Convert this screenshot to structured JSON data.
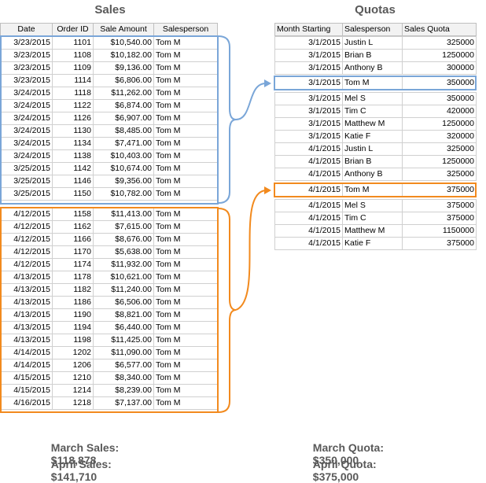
{
  "sales": {
    "title": "Sales",
    "headers": [
      "Date",
      "Order ID",
      "Sale Amount",
      "Salesperson"
    ],
    "march_rows": [
      [
        "3/23/2015",
        "1101",
        "$10,540.00",
        "Tom M"
      ],
      [
        "3/23/2015",
        "1108",
        "$10,182.00",
        "Tom M"
      ],
      [
        "3/23/2015",
        "1109",
        "$9,136.00",
        "Tom M"
      ],
      [
        "3/23/2015",
        "1114",
        "$6,806.00",
        "Tom M"
      ],
      [
        "3/24/2015",
        "1118",
        "$11,262.00",
        "Tom M"
      ],
      [
        "3/24/2015",
        "1122",
        "$6,874.00",
        "Tom M"
      ],
      [
        "3/24/2015",
        "1126",
        "$6,907.00",
        "Tom M"
      ],
      [
        "3/24/2015",
        "1130",
        "$8,485.00",
        "Tom M"
      ],
      [
        "3/24/2015",
        "1134",
        "$7,471.00",
        "Tom M"
      ],
      [
        "3/24/2015",
        "1138",
        "$10,403.00",
        "Tom M"
      ],
      [
        "3/25/2015",
        "1142",
        "$10,674.00",
        "Tom M"
      ],
      [
        "3/25/2015",
        "1146",
        "$9,356.00",
        "Tom M"
      ],
      [
        "3/25/2015",
        "1150",
        "$10,782.00",
        "Tom M"
      ]
    ],
    "april_rows": [
      [
        "4/12/2015",
        "1158",
        "$11,413.00",
        "Tom M"
      ],
      [
        "4/12/2015",
        "1162",
        "$7,615.00",
        "Tom M"
      ],
      [
        "4/12/2015",
        "1166",
        "$8,676.00",
        "Tom M"
      ],
      [
        "4/12/2015",
        "1170",
        "$5,638.00",
        "Tom M"
      ],
      [
        "4/12/2015",
        "1174",
        "$11,932.00",
        "Tom M"
      ],
      [
        "4/13/2015",
        "1178",
        "$10,621.00",
        "Tom M"
      ],
      [
        "4/13/2015",
        "1182",
        "$11,240.00",
        "Tom M"
      ],
      [
        "4/13/2015",
        "1186",
        "$6,506.00",
        "Tom M"
      ],
      [
        "4/13/2015",
        "1190",
        "$8,821.00",
        "Tom M"
      ],
      [
        "4/13/2015",
        "1194",
        "$6,440.00",
        "Tom M"
      ],
      [
        "4/13/2015",
        "1198",
        "$11,425.00",
        "Tom M"
      ],
      [
        "4/14/2015",
        "1202",
        "$11,090.00",
        "Tom M"
      ],
      [
        "4/14/2015",
        "1206",
        "$6,577.00",
        "Tom M"
      ],
      [
        "4/15/2015",
        "1210",
        "$8,340.00",
        "Tom M"
      ],
      [
        "4/15/2015",
        "1214",
        "$8,239.00",
        "Tom M"
      ],
      [
        "4/16/2015",
        "1218",
        "$7,137.00",
        "Tom M"
      ]
    ]
  },
  "quotas": {
    "title": "Quotas",
    "headers": [
      "Month Starting",
      "Salesperson",
      "Sales Quota"
    ],
    "group1": [
      [
        "3/1/2015",
        "Justin L",
        "325000"
      ],
      [
        "3/1/2015",
        "Brian B",
        "1250000"
      ],
      [
        "3/1/2015",
        "Anthony B",
        "300000"
      ]
    ],
    "march_highlight": [
      "3/1/2015",
      "Tom M",
      "350000"
    ],
    "group2": [
      [
        "3/1/2015",
        "Mel S",
        "350000"
      ],
      [
        "3/1/2015",
        "Tim C",
        "420000"
      ],
      [
        "3/1/2015",
        "Matthew M",
        "1250000"
      ],
      [
        "3/1/2015",
        "Katie F",
        "320000"
      ],
      [
        "4/1/2015",
        "Justin L",
        "325000"
      ],
      [
        "4/1/2015",
        "Brian B",
        "1250000"
      ],
      [
        "4/1/2015",
        "Anthony B",
        "325000"
      ]
    ],
    "april_highlight": [
      "4/1/2015",
      "Tom M",
      "375000"
    ],
    "group3": [
      [
        "4/1/2015",
        "Mel S",
        "375000"
      ],
      [
        "4/1/2015",
        "Tim C",
        "375000"
      ],
      [
        "4/1/2015",
        "Matthew M",
        "1150000"
      ],
      [
        "4/1/2015",
        "Katie F",
        "375000"
      ]
    ]
  },
  "summary": {
    "march_sales_label": "March Sales:",
    "march_sales_value": "$118,878",
    "april_sales_label": "April Sales:",
    "april_sales_value": "$141,710",
    "march_quota_label": "March Quota:",
    "march_quota_value": "$350,000",
    "april_quota_label": "April Quota:",
    "april_quota_value": "$375,000"
  },
  "colors": {
    "march_accent": "#7aa6d8",
    "april_accent": "#f28a1e",
    "title_text": "#595959"
  }
}
